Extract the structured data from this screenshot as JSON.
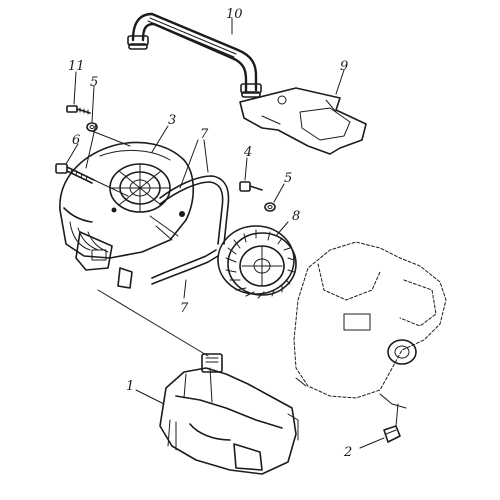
{
  "diagram": {
    "type": "exploded-parts-view",
    "callouts": {
      "p1": "1",
      "p2": "2",
      "p3": "3",
      "p4": "4",
      "p5a": "5",
      "p5b": "5",
      "p6": "6",
      "p7a": "7",
      "p7b": "7",
      "p8": "8",
      "p9": "9",
      "p10": "10",
      "p11": "11"
    },
    "colors": {
      "ink": "#1c1c1c",
      "paper": "#ffffff"
    }
  }
}
